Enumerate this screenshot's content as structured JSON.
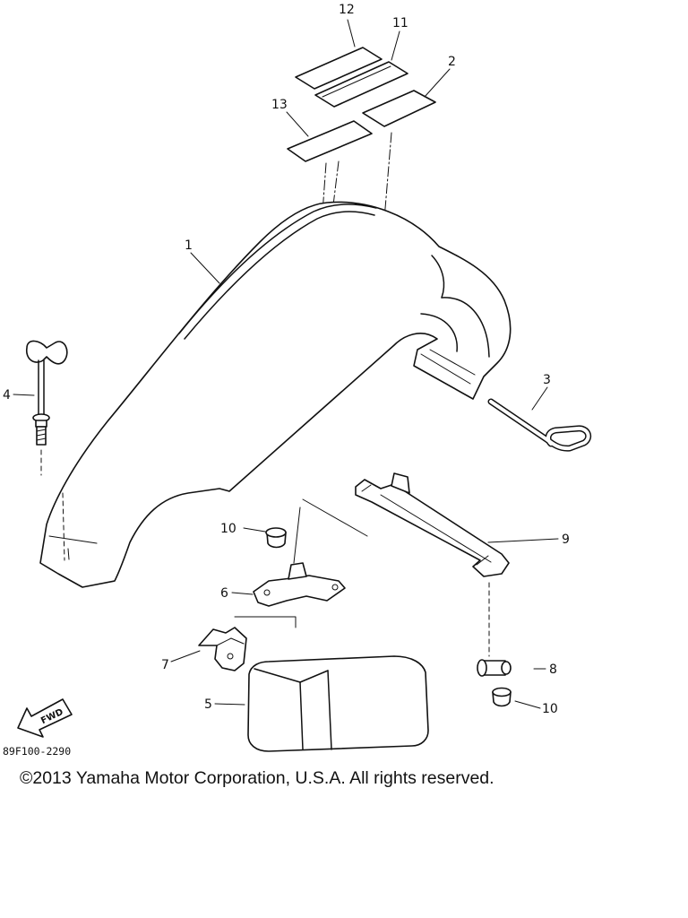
{
  "diagram": {
    "callouts": [
      "12",
      "11",
      "2",
      "13",
      "1",
      "4",
      "3",
      "10",
      "9",
      "6",
      "7",
      "8",
      "5",
      "10"
    ],
    "fwd_mark": "FWD",
    "drawing_code": "89F100-2290"
  },
  "footer": {
    "copyright": "©2013 Yamaha Motor Corporation, U.S.A. All rights reserved."
  },
  "colors": {
    "line": "#111111",
    "background": "#ffffff"
  }
}
